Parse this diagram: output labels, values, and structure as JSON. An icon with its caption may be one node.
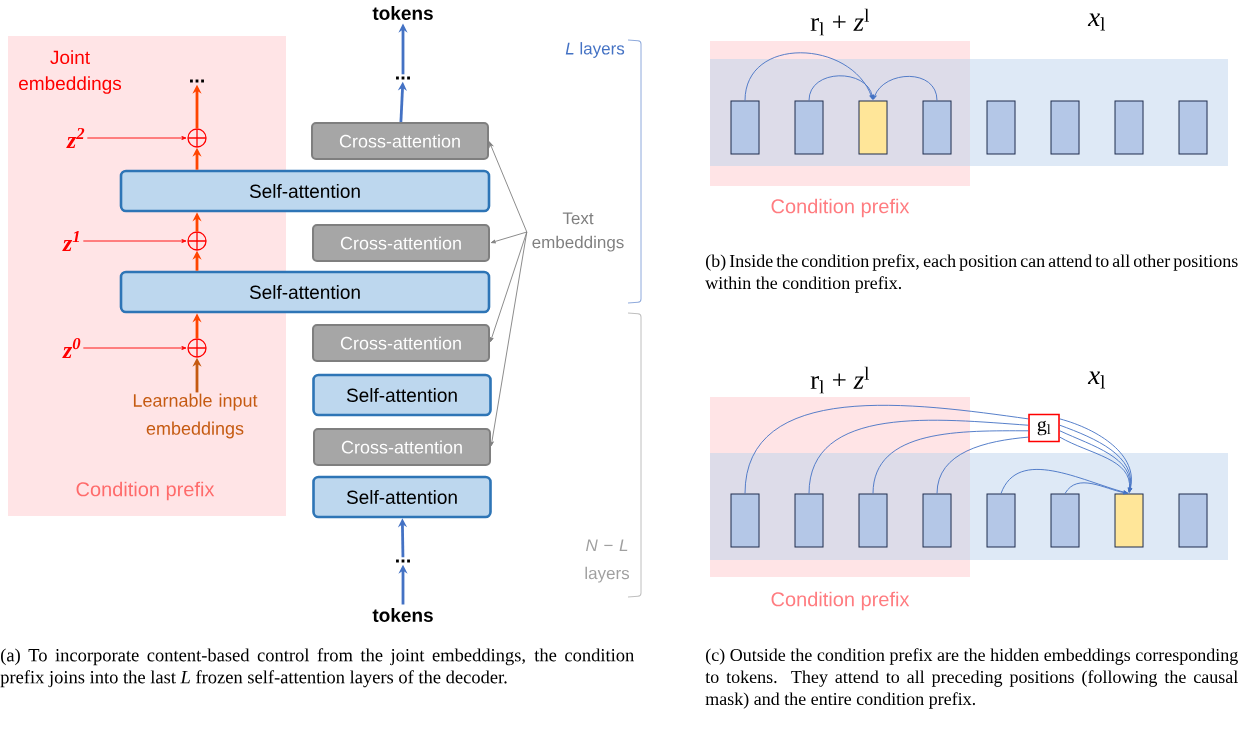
{
  "diagram": {
    "nodes": [
      {
        "text": [
          "Condition prefix"
        ]
      },
      {
        "text": [
          "tokens"
        ]
      },
      {
        "text": [
          "..."
        ]
      },
      {
        "text": [
          "Cross-attention"
        ]
      },
      {
        "text": [
          "Self-attention"
        ]
      },
      {
        "text": [
          "Cross-attention"
        ]
      },
      {
        "text": [
          "Self-attention"
        ]
      },
      {
        "text": [
          "Cross-attention"
        ]
      },
      {
        "text": [
          "Self-attention"
        ]
      },
      {
        "text": [
          "Cross-attention"
        ]
      },
      {
        "text": [
          "Self-attention"
        ]
      },
      {
        "text": [
          "..."
        ]
      },
      {
        "text": [
          "tokens"
        ]
      },
      {
        "text": [
          "Text embeddings"
        ]
      },
      {
        "text": [
          "..."
        ],
        "in": 0
      },
      {
        "text": [
          "z$^{2}$"
        ],
        "in": 0
      },
      {
        "text": [],
        "shape": "circle",
        "in": 0
      },
      {
        "text": [
          "z$^{1}$"
        ],
        "in": 0
      },
      {
        "text": [],
        "shape": "circle",
        "in": 0
      },
      {
        "text": [
          "z$^{0}$"
        ],
        "in": 0
      },
      {
        "text": [],
        "shape": "circle",
        "in": 0
      },
      {
        "text": [
          "Learnable input embeddings"
        ],
        "in": 0
      },
      {
        "text": [],
        "shape": "box"
      },
      {
        "text": [],
        "shape": "box"
      },
      {
        "text": [],
        "shape": "box"
      },
      {
        "text": [],
        "shape": "box"
      },
      {
        "text": [],
        "shape": "box"
      },
      {
        "text": [],
        "shape": "box"
      },
      {
        "text": [],
        "shape": "box"
      },
      {
        "text": [],
        "shape": "box"
      },
      {
        "text": [],
        "shape": "box"
      },
      {
        "text": [],
        "shape": "box"
      },
      {
        "text": [],
        "shape": "box"
      },
      {
        "text": [],
        "shape": "box"
      },
      {
        "text": [],
        "shape": "box"
      },
      {
        "text": [],
        "shape": "box"
      },
      {
        "text": [],
        "shape": "box"
      },
      {
        "text": [],
        "shape": "box"
      },
      {
        "text": [
          "g$_{l}$"
        ]
      }
    ],
    "edges": [
      {
        "from": 12,
        "to": 11,
        "arrow": "to",
        "style": "thick"
      },
      {
        "from": 11,
        "to": 10,
        "arrow": "to",
        "style": "thick"
      },
      {
        "from": 3,
        "to": 2,
        "arrow": "to",
        "style": "thick"
      },
      {
        "from": 2,
        "to": 1,
        "arrow": "to",
        "style": "thick"
      },
      {
        "from": 21,
        "to": 20,
        "arrow": "to",
        "style": "thick",
        "color": "#c55a11"
      },
      {
        "from": 19,
        "to": 20,
        "arrow": "to",
        "color": "#ff0000"
      },
      {
        "from": 20,
        "to": 6,
        "arrow": "to",
        "style": "thick",
        "color": "#ff4500"
      },
      {
        "from": 6,
        "to": 18,
        "arrow": "to",
        "style": "thick",
        "color": "#ff4500"
      },
      {
        "from": 17,
        "to": 18,
        "arrow": "to",
        "color": "#ff0000"
      },
      {
        "from": 18,
        "to": 4,
        "arrow": "to",
        "style": "thick",
        "color": "#ff4500"
      },
      {
        "from": 4,
        "to": 16,
        "arrow": "to",
        "style": "thick",
        "color": "#ff4500"
      },
      {
        "from": 15,
        "to": 16,
        "arrow": "to",
        "color": "#ff0000"
      },
      {
        "from": 16,
        "to": 14,
        "arrow": "to",
        "style": "thick",
        "color": "#ff4500"
      },
      {
        "from": 13,
        "to": 3,
        "arrow": "to",
        "color": "#7f7f7f"
      },
      {
        "from": 13,
        "to": 5,
        "arrow": "to",
        "color": "#7f7f7f"
      },
      {
        "from": 13,
        "to": 7,
        "arrow": "to",
        "color": "#7f7f7f"
      },
      {
        "from": 13,
        "to": 9,
        "arrow": "to",
        "color": "#7f7f7f"
      },
      {
        "from": 22,
        "to": 24,
        "arrow": "to"
      },
      {
        "from": 23,
        "to": 24,
        "arrow": "to"
      },
      {
        "from": 25,
        "to": 24,
        "arrow": "to"
      },
      {
        "from": 30,
        "to": 38,
        "arrow": "none"
      },
      {
        "from": 31,
        "to": 38,
        "arrow": "none"
      },
      {
        "from": 32,
        "to": 38,
        "arrow": "none"
      },
      {
        "from": 33,
        "to": 38,
        "arrow": "none"
      },
      {
        "from": 38,
        "to": 36,
        "arrow": "to"
      },
      {
        "from": 38,
        "to": 36,
        "arrow": "to"
      },
      {
        "from": 38,
        "to": 36,
        "arrow": "to"
      },
      {
        "from": 38,
        "to": 36,
        "arrow": "to"
      },
      {
        "from": 34,
        "to": 36,
        "arrow": "to"
      },
      {
        "from": 35,
        "to": 36,
        "arrow": "to"
      }
    ],
    "labels": [
      "Joint embeddings",
      "*L* layers",
      "*N* − *L* layers",
      "(a) To incorporate content-based control from the joint embeddings, the condition prefix joins into the last *L* frozen self-attention layers of the decoder.",
      "r$_{l}$ + *z*$^{l}$",
      "*x*$_{l}$",
      "Condition prefix",
      "(b) Inside the condition prefix, each position can attend to all other positions within the condition prefix.",
      "r$_{l}$ + *z*$^{l}$",
      "*x*$_{l}$",
      "Condition prefix",
      "(c) Outside the condition prefix are the hidden embeddings corresponding to tokens. They attend to all preceding positions (following the causal mask) and the entire condition prefix."
    ]
  }
}
